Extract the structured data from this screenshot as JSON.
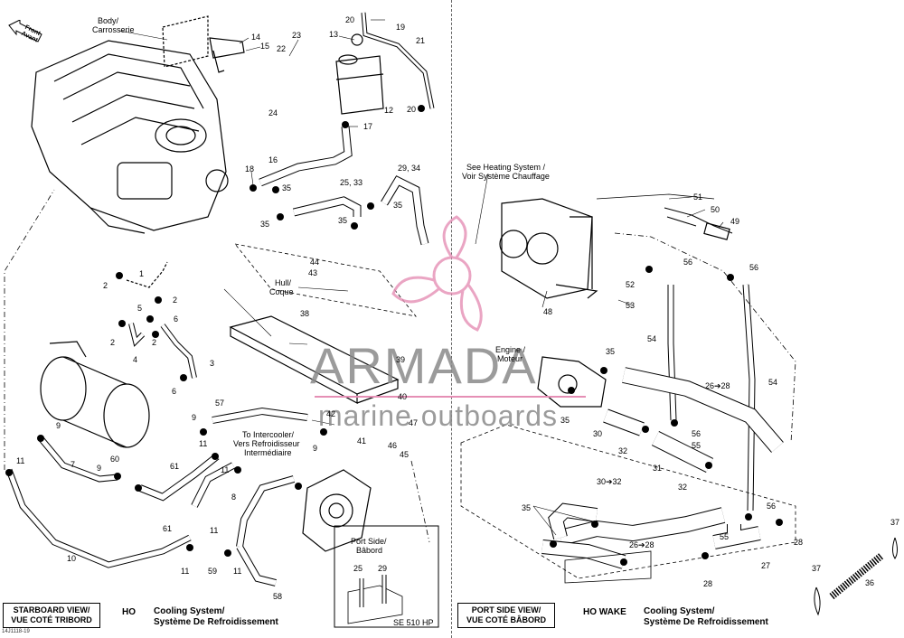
{
  "watermark": {
    "brand": "ARMADA",
    "tagline": "marine outboards"
  },
  "front_arrow": {
    "line1": "Front",
    "line2": "Avant"
  },
  "left_panel": {
    "view_line1": "STARBOARD VIEW/",
    "view_line2": "VUE COTÉ TRIBORD",
    "model": "HO",
    "system_line1": "Cooling System/",
    "system_line2": "Système De Refroidissement"
  },
  "right_panel": {
    "view_line1": "PORT SIDE VIEW/",
    "view_line2": "VUE COTÉ BÂBORD",
    "model": "HO WAKE",
    "system_line1": "Cooling System/",
    "system_line2": "Système De Refroidissement"
  },
  "captions": {
    "body": "Body/",
    "body_fr": "Carrosserie",
    "hull": "Hull/",
    "hull_fr": "Coque",
    "intercooler_1": "To Intercooler/",
    "intercooler_2": "Vers Refroidisseur",
    "intercooler_3": "Intermédiaire",
    "port_side": "Port Side/",
    "port_side_fr": "Bâbord",
    "se_model": "SE 510 HP",
    "heating_1": "See Heating System /",
    "heating_2": "Voir Système Chauffage",
    "engine": "Engine /",
    "engine_fr": "Moteur"
  },
  "drawing_number": "14J1118-19",
  "part_labels": {
    "p20a": "20",
    "p19": "19",
    "p13": "13",
    "p14": "14",
    "p15": "15",
    "p23": "23",
    "p22": "22",
    "p21": "21",
    "p24": "24",
    "p12": "12",
    "p20b": "20",
    "p17": "17",
    "p18": "18",
    "p16": "16",
    "p29_34": "29, 34",
    "p35a": "35",
    "p25_33": "25, 33",
    "p35b": "35",
    "p35c": "35",
    "p35d": "35",
    "p44": "44",
    "p43": "43",
    "p1": "1",
    "p2a": "2",
    "p2b": "2",
    "p5": "5",
    "p6": "6",
    "p2c": "2",
    "p2d": "2",
    "p4": "4",
    "p3": "3",
    "p6b": "6",
    "p38": "38",
    "p39": "39",
    "p40": "40",
    "p42": "42",
    "p47": "47",
    "p46": "46",
    "p45": "45",
    "p41": "41",
    "p9a": "9",
    "p9b": "9",
    "p9c": "9",
    "p9d": "9",
    "p11a": "11",
    "p11b": "11",
    "p11c": "11",
    "p11d": "11",
    "p11e": "11",
    "p11f": "11",
    "p57": "57",
    "p60": "60",
    "p7": "7",
    "p61a": "61",
    "p61b": "61",
    "p8": "8",
    "p59": "59",
    "p10": "10",
    "p58": "58",
    "p25": "25",
    "p29": "29",
    "p51": "51",
    "p50": "50",
    "p49": "49",
    "p56a": "56",
    "p56b": "56",
    "p56c": "56",
    "p56d": "56",
    "p52": "52",
    "p53": "53",
    "p48": "48",
    "p54a": "54",
    "p54b": "54",
    "p35e": "35",
    "p35f": "35",
    "p35g": "35",
    "p26_28a": "26➔28",
    "p26_28b": "26➔28",
    "p30": "30",
    "p32a": "32",
    "p32b": "32",
    "p55a": "55",
    "p55b": "55",
    "p31": "31",
    "p30_32": "30➔32",
    "p28a": "28",
    "p28b": "28",
    "p27": "27",
    "p37a": "37",
    "p37b": "37",
    "p36": "36"
  },
  "colors": {
    "line": "#000000",
    "watermark_text": "#8a8a8a",
    "watermark_logo": "#e58fb5",
    "background": "#ffffff"
  }
}
